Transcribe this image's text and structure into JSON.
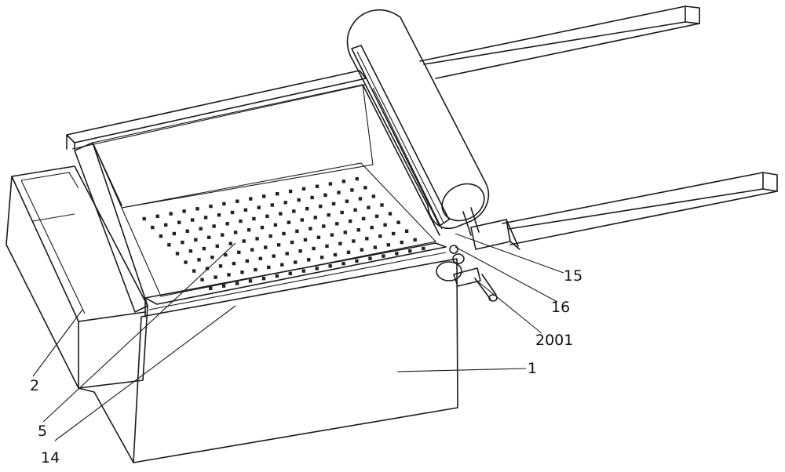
{
  "labels": {
    "l1": "1",
    "l2": "2",
    "l5": "5",
    "l14": "14",
    "l15": "15",
    "l16": "16",
    "l2001": "2001"
  },
  "colors": {
    "line": "#1a1a1a",
    "background": "#ffffff"
  }
}
